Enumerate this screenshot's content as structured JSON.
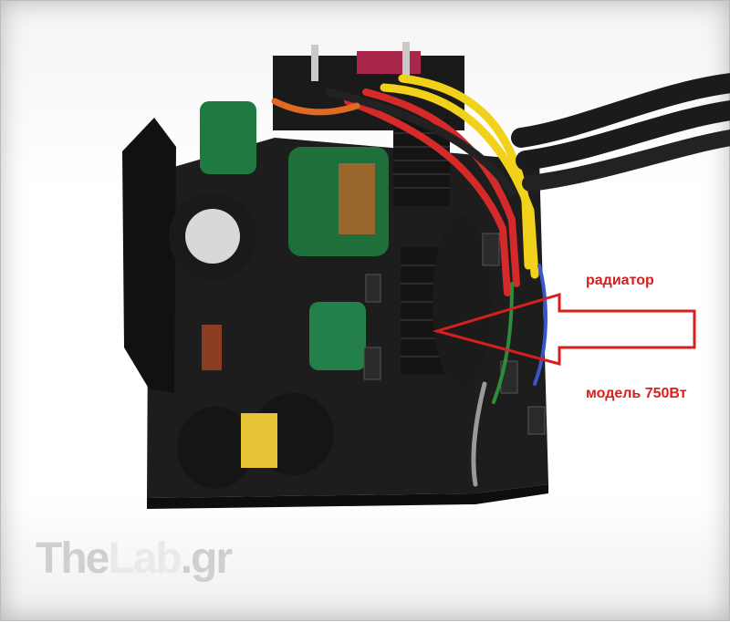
{
  "annotations": {
    "radiator_label": "радиатор",
    "model_label": "модель 750Вт",
    "arrow_color": "#d81f1f"
  },
  "watermark": {
    "part1": "The",
    "part2": "Lab",
    "part3": ".gr"
  },
  "photo": {
    "subject_icon": "power-supply-board-photo",
    "board_color": "#1d1d1d",
    "heatsink_color": "#141414",
    "cable_colors": [
      "#f2d11a",
      "#d42a2a",
      "#222222",
      "#e06a1f",
      "#3a55c8",
      "#2e8b3a"
    ]
  }
}
